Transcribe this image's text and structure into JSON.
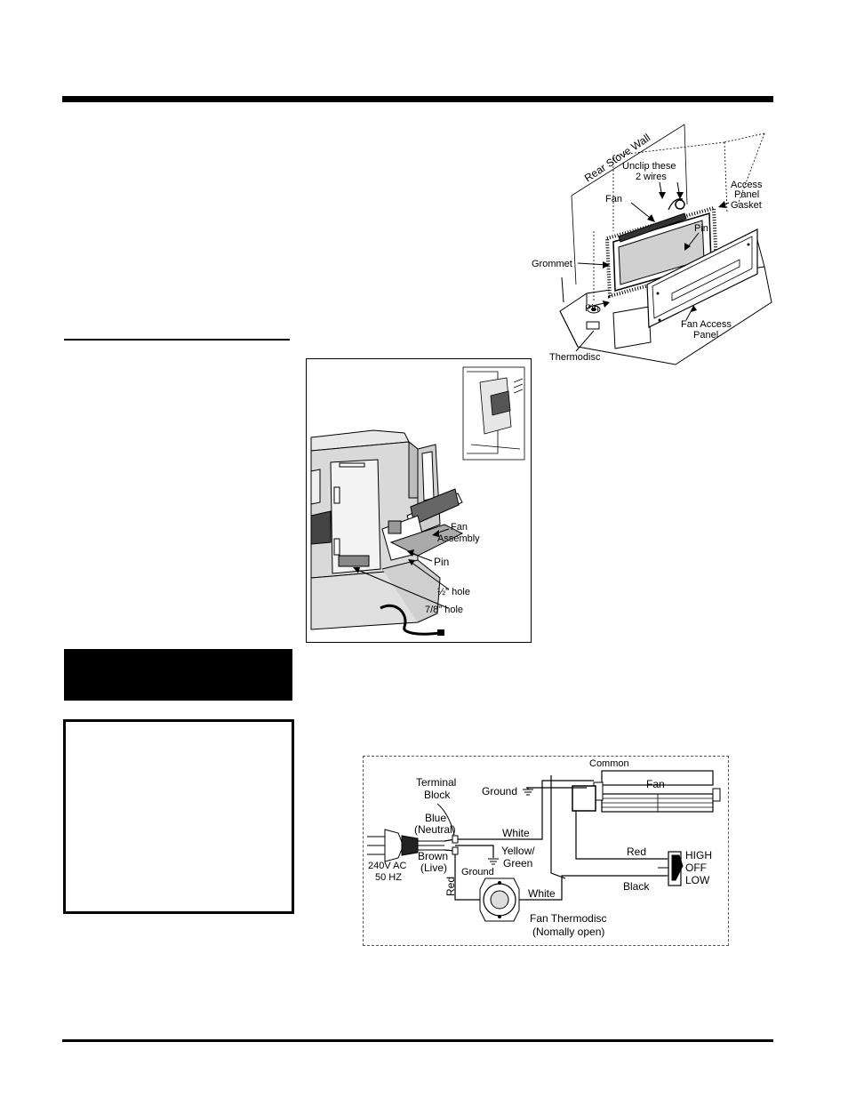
{
  "figure1": {
    "labels": {
      "rear_wall": "Rear Stove Wall",
      "unclip_1": "Unclip these",
      "unclip_2": "2 wires",
      "fan": "Fan",
      "access_gasket_1": "Access",
      "access_gasket_2": "Panel",
      "access_gasket_3": "Gasket",
      "pin_top": "Pin",
      "grommet": "Grommet",
      "pin_bottom": "Pin",
      "fan_access_1": "Fan Access",
      "fan_access_2": "Panel",
      "thermodisc": "Thermodisc"
    }
  },
  "figure2": {
    "labels": {
      "fan_assembly_1": "Fan",
      "fan_assembly_2": "Assembly",
      "pin": "Pin",
      "half_hole": "½\" hole",
      "seven_eighth_hole": "7/8\" hole"
    }
  },
  "figure3": {
    "labels": {
      "common": "Common",
      "fan": "Fan",
      "terminal_block_1": "Terminal",
      "terminal_block_2": "Block",
      "ground_top": "Ground",
      "blue_1": "Blue",
      "blue_2": "(Neutral)",
      "white_top": "White",
      "brown_1": "Brown",
      "brown_2": "(Live)",
      "yellow_green_1": "Yellow/",
      "yellow_green_2": "Green",
      "ground_mid": "Ground",
      "red_vertical": "Red",
      "power_1": "240V AC",
      "power_2": "50 HZ",
      "red_right": "Red",
      "black_right": "Black",
      "white_bottom": "White",
      "switch_high": "HIGH",
      "switch_off": "OFF",
      "switch_low": "LOW",
      "thermodisc_1": "Fan Thermodisc",
      "thermodisc_2": "(Nomally open)"
    }
  }
}
